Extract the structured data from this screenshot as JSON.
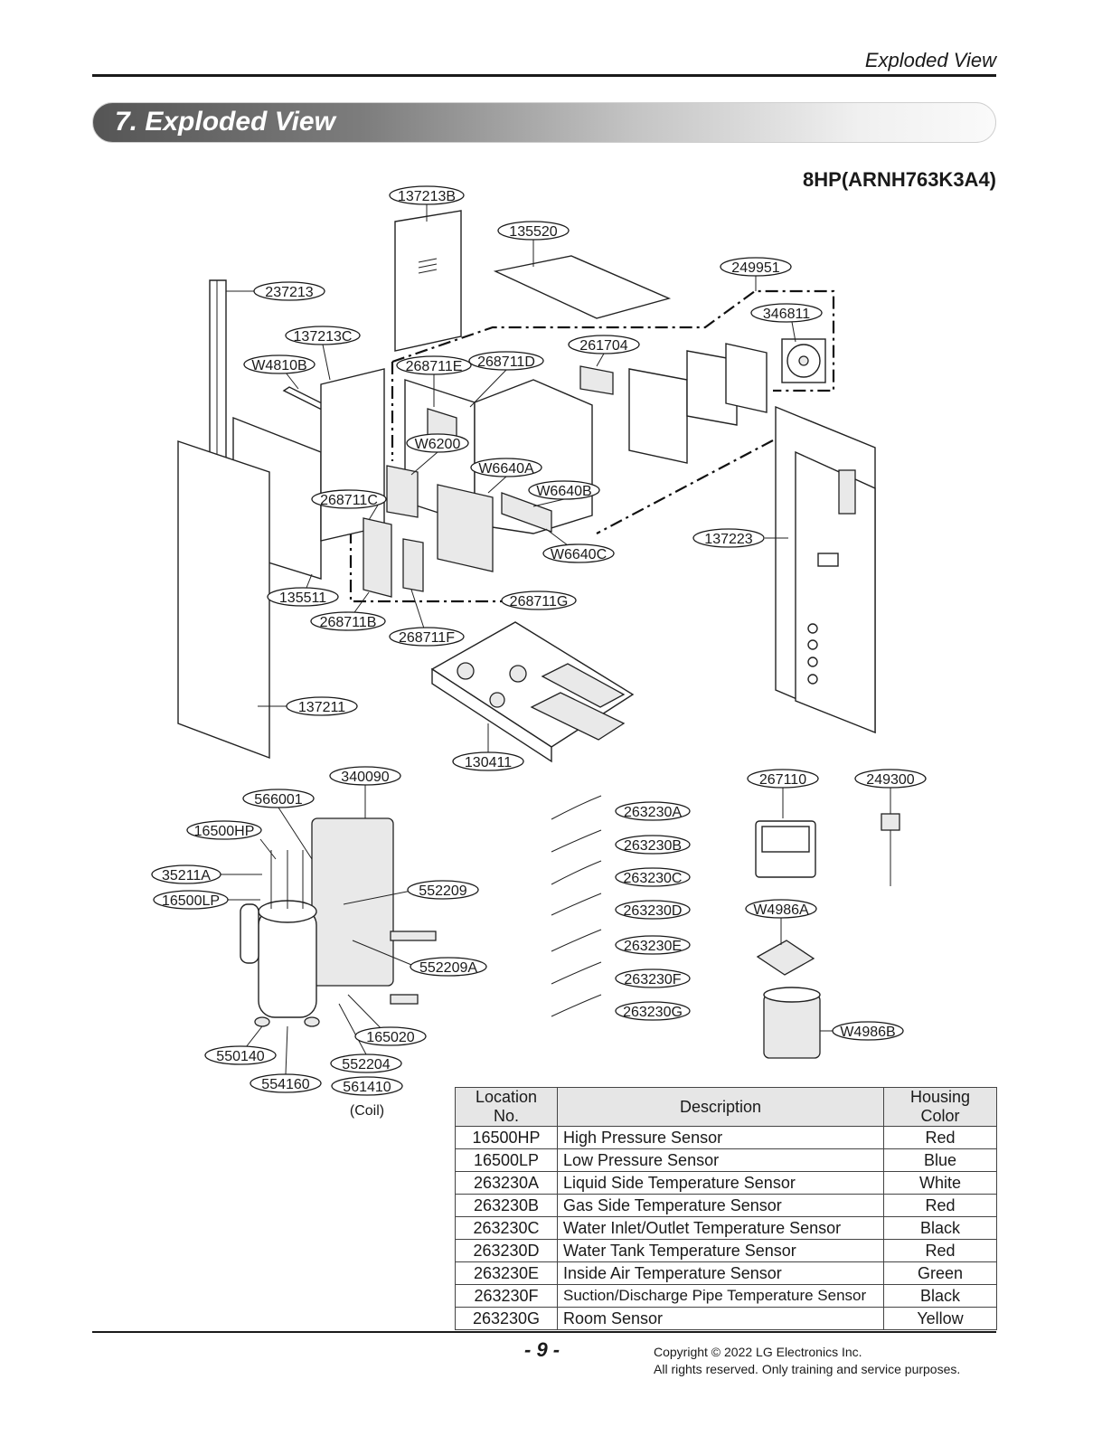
{
  "header": {
    "section_title": "Exploded View"
  },
  "banner": {
    "title": "7. Exploded View"
  },
  "model": "8HP(ARNH763K3A4)",
  "part_labels": {
    "p137213B": "137213B",
    "p135520": "135520",
    "p249951": "249951",
    "p237213": "237213",
    "p346811": "346811",
    "p137213C": "137213C",
    "p261704": "261704",
    "pW4810B": "W4810B",
    "p268711E": "268711E",
    "p268711D": "268711D",
    "pW6200": "W6200",
    "pW6640A": "W6640A",
    "pW6640B": "W6640B",
    "p268711C": "268711C",
    "p137223": "137223",
    "pW6640C": "W6640C",
    "p135511": "135511",
    "p268711G": "268711G",
    "p268711B": "268711B",
    "p268711F": "268711F",
    "p137211": "137211",
    "p130411": "130411",
    "p340090": "340090",
    "p267110": "267110",
    "p249300": "249300",
    "p566001": "566001",
    "p16500HP": "16500HP",
    "p263230A": "263230A",
    "p263230B": "263230B",
    "p35211A": "35211A",
    "p263230C": "263230C",
    "p16500LP": "16500LP",
    "p552209": "552209",
    "p263230D": "263230D",
    "pW4986A": "W4986A",
    "p263230E": "263230E",
    "p552209A": "552209A",
    "p263230F": "263230F",
    "p263230G": "263230G",
    "pW4986B": "W4986B",
    "p165020": "165020",
    "p550140": "550140",
    "p552204": "552204",
    "p554160": "554160",
    "p561410": "561410",
    "coil_note": "(Coil)"
  },
  "legend_table": {
    "headers": [
      "Location No.",
      "Description",
      "Housing Color"
    ],
    "rows": [
      [
        "16500HP",
        "High Pressure Sensor",
        "Red"
      ],
      [
        "16500LP",
        "Low Pressure Sensor",
        "Blue"
      ],
      [
        "263230A",
        "Liquid Side Temperature Sensor",
        "White"
      ],
      [
        "263230B",
        "Gas Side Temperature Sensor",
        "Red"
      ],
      [
        "263230C",
        "Water Inlet/Outlet Temperature Sensor",
        "Black"
      ],
      [
        "263230D",
        "Water Tank Temperature Sensor",
        "Red"
      ],
      [
        "263230E",
        "Inside Air Temperature Sensor",
        "Green"
      ],
      [
        "263230F",
        "Suction/Discharge Pipe Temperature Sensor",
        "Black"
      ],
      [
        "263230G",
        "Room Sensor",
        "Yellow"
      ]
    ]
  },
  "footer": {
    "page_number": "- 9 -",
    "copyright": "Copyright © 2022 LG Electronics Inc.",
    "rights": "All rights reserved. Only training and service purposes."
  }
}
